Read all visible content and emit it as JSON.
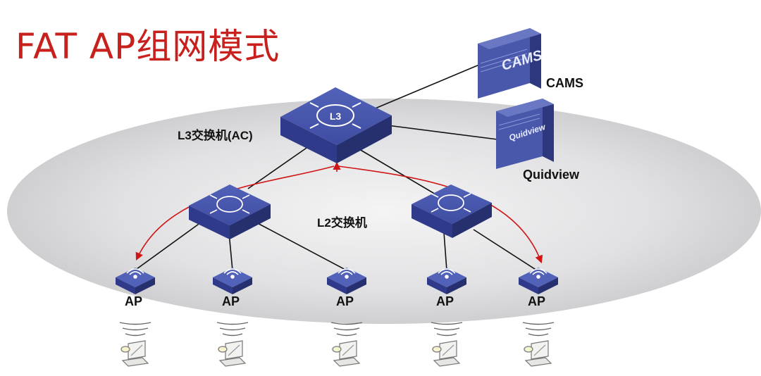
{
  "title": "FAT AP组网模式",
  "labels": {
    "l3": "L3交换机(AC)",
    "l2": "L2交换机",
    "cams": "CAMS",
    "quidview": "Quidview"
  },
  "servers": {
    "cams_label": "CAMS",
    "quidview_label": "Quidview"
  },
  "aps": [
    {
      "label": "AP"
    },
    {
      "label": "AP"
    },
    {
      "label": "AP"
    },
    {
      "label": "AP"
    },
    {
      "label": "AP"
    }
  ],
  "colors": {
    "title": "#c8201d",
    "switch": "#3b4ba6",
    "server": "#4a58ac",
    "roam_arrow": "#d11414",
    "link": "#111111",
    "cloud": "#d9d9dc"
  }
}
